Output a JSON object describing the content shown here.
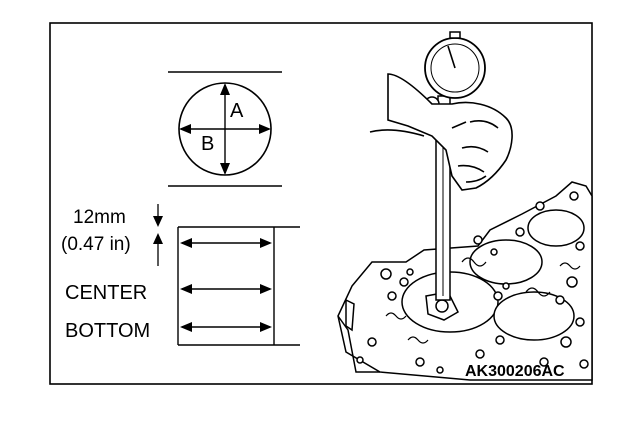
{
  "labels": {
    "diameter_a": "A",
    "diameter_b": "B",
    "offset_mm": "12mm",
    "offset_in": "(0.47 in)",
    "level_center": "CENTER",
    "level_bottom": "BOTTOM",
    "figure_id": "AK300206AC"
  },
  "icons": {
    "gauge": "cylinder-bore-gauge-icon",
    "block": "engine-block-icon",
    "hand": "hand-icon"
  },
  "colors": {
    "line": "#000000",
    "background": "#ffffff"
  }
}
